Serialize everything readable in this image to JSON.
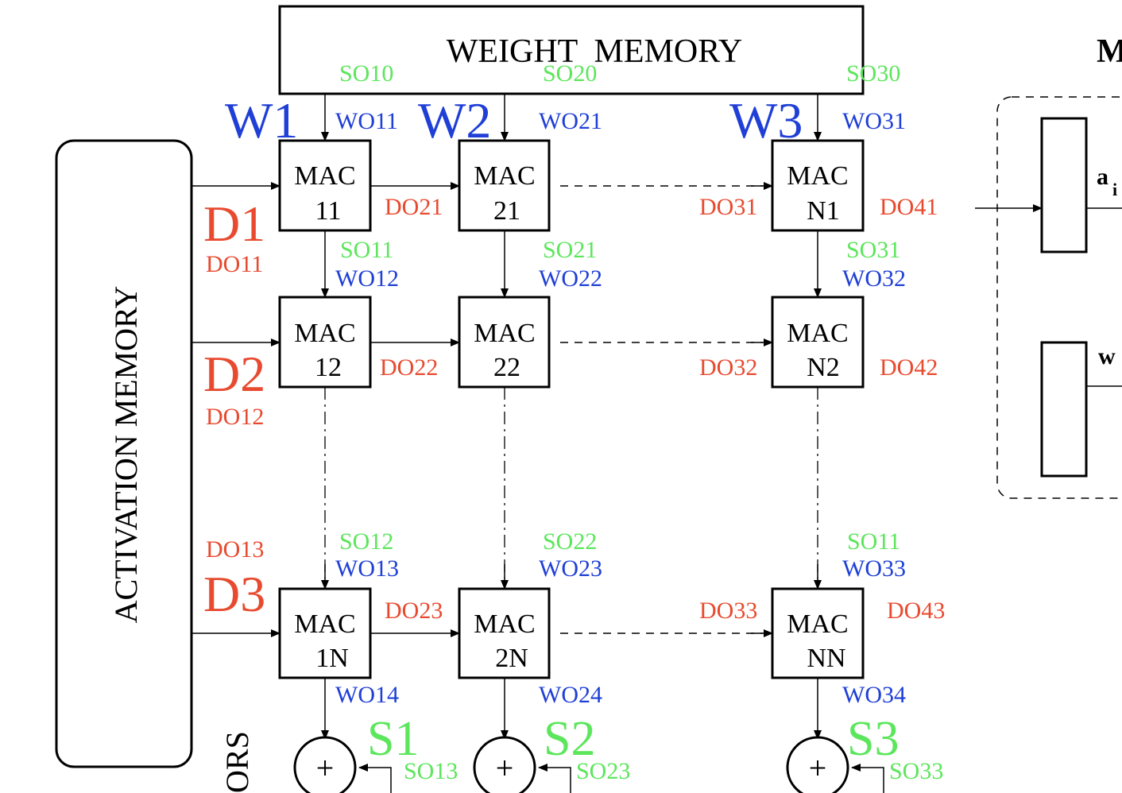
{
  "colors": {
    "weight_labels": "#1f3fd6",
    "data_labels": "#e84a2f",
    "sum_labels": "#5ce65c",
    "lines": "#000000"
  },
  "weight_memory": {
    "label": "WEIGHT  MEMORY"
  },
  "activation_memory": {
    "label": "ACTIVATION MEMORY"
  },
  "side_panel": {
    "title_partial": "M",
    "label_a": "a",
    "label_a_sub": "i",
    "label_w": "w"
  },
  "bottom_partial_text": "ORS",
  "big_labels": {
    "w1": "W1",
    "w2": "W2",
    "w3": "W3",
    "d1": "D1",
    "d2": "D2",
    "d3": "D3",
    "s1": "S1",
    "s2": "S2",
    "s3": "S3"
  },
  "mac": {
    "r1c1": {
      "line1": "MAC",
      "line2": "11"
    },
    "r1c2": {
      "line1": "MAC",
      "line2": "21"
    },
    "r1c3": {
      "line1": "MAC",
      "line2": "N1"
    },
    "r2c1": {
      "line1": "MAC",
      "line2": "12"
    },
    "r2c2": {
      "line1": "MAC",
      "line2": "22"
    },
    "r2c3": {
      "line1": "MAC",
      "line2": "N2"
    },
    "r3c1": {
      "line1": "MAC",
      "line2": "1N"
    },
    "r3c2": {
      "line1": "MAC",
      "line2": "2N"
    },
    "r3c3": {
      "line1": "MAC",
      "line2": "NN"
    }
  },
  "adders": {
    "symbol": "+"
  },
  "so": {
    "so10": "SO10",
    "so20": "SO20",
    "so30": "SO30",
    "so11": "SO11",
    "so21": "SO21",
    "so31": "SO31",
    "so12": "SO12",
    "so22": "SO22",
    "so11b": "SO11",
    "so13": "SO13",
    "so23": "SO23",
    "so33": "SO33"
  },
  "wo": {
    "wo11": "WO11",
    "wo21": "WO21",
    "wo31": "WO31",
    "wo12": "WO12",
    "wo22": "WO22",
    "wo32": "WO32",
    "wo13": "WO13",
    "wo23": "WO23",
    "wo33": "WO33",
    "wo14": "WO14",
    "wo24": "WO24",
    "wo34": "WO34"
  },
  "do": {
    "do11": "DO11",
    "do21": "DO21",
    "do31": "DO31",
    "do41": "DO41",
    "do12": "DO12",
    "do22": "DO22",
    "do32": "DO32",
    "do42": "DO42",
    "do13": "DO13",
    "do23": "DO23",
    "do33": "DO33",
    "do43": "DO43"
  }
}
